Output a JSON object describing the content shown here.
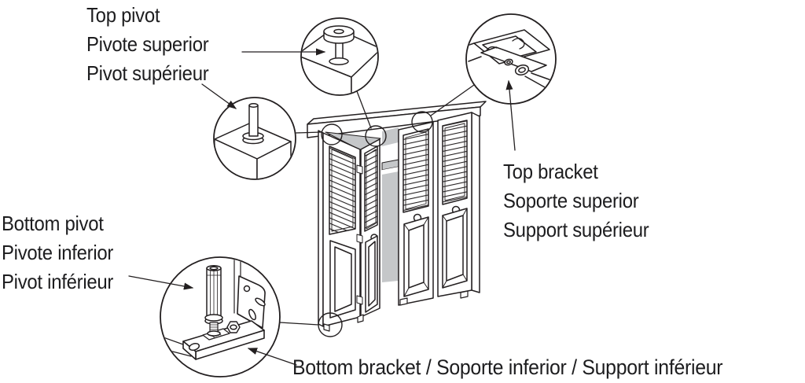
{
  "labels": {
    "top_pivot": {
      "lines": [
        "Top pivot",
        "Pivote superior",
        "Pivot supérieur"
      ]
    },
    "bottom_pivot": {
      "lines": [
        "Bottom pivot",
        "Pivote inferior",
        "Pivot inférieur"
      ]
    },
    "top_bracket": {
      "lines": [
        "Top bracket",
        "Soporte superior",
        "Support supérieur"
      ]
    },
    "bottom_bracket": {
      "text": "Bottom bracket / Soporte inferior / Support inférieur"
    }
  },
  "colors": {
    "line": "#231f20",
    "interior_gray": "#c5c7c9",
    "background": "#ffffff"
  },
  "details": [
    {
      "name": "top-pivot-roller-detail"
    },
    {
      "name": "top-pivot-pin-detail"
    },
    {
      "name": "top-bracket-detail"
    },
    {
      "name": "bottom-bracket-detail"
    }
  ]
}
